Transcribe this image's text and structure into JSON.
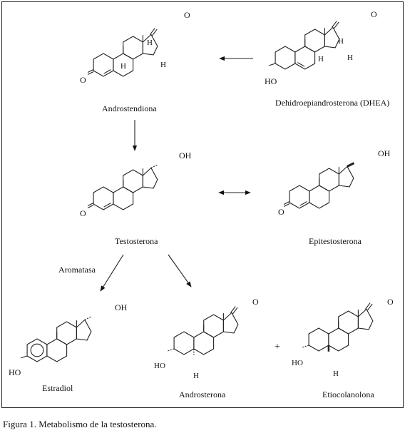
{
  "figure": {
    "caption": "Figura 1. Metabolismo de la testosterona."
  },
  "compounds": {
    "androstenediona": {
      "name": "Androstendiona",
      "atoms": {
        "o17": "O",
        "o3": "O",
        "h9": "H",
        "h14": "H"
      }
    },
    "dhea": {
      "name": "Dehidroepiandrosterona (DHEA)",
      "atoms": {
        "o17": "O",
        "ho3": "HO",
        "h9": "H",
        "h14": "H"
      }
    },
    "testosterona": {
      "name": "Testosterona",
      "atoms": {
        "oh17": "OH",
        "o3": "O"
      }
    },
    "epitestosterona": {
      "name": "Epitestosterona",
      "atoms": {
        "oh17": "OH",
        "o3": "O"
      }
    },
    "estradiol": {
      "name": "Estradiol",
      "atoms": {
        "oh17": "OH",
        "ho3": "HO"
      }
    },
    "androsterona": {
      "name": "Androsterona",
      "atoms": {
        "o17": "O",
        "ho3": "HO",
        "h5": "H"
      }
    },
    "etiocolanolona": {
      "name": "Etiocolanolona",
      "atoms": {
        "o17": "O",
        "ho3": "HO",
        "h5": "H"
      }
    }
  },
  "labels": {
    "aromatasa": "Aromatasa",
    "plus": "+"
  }
}
